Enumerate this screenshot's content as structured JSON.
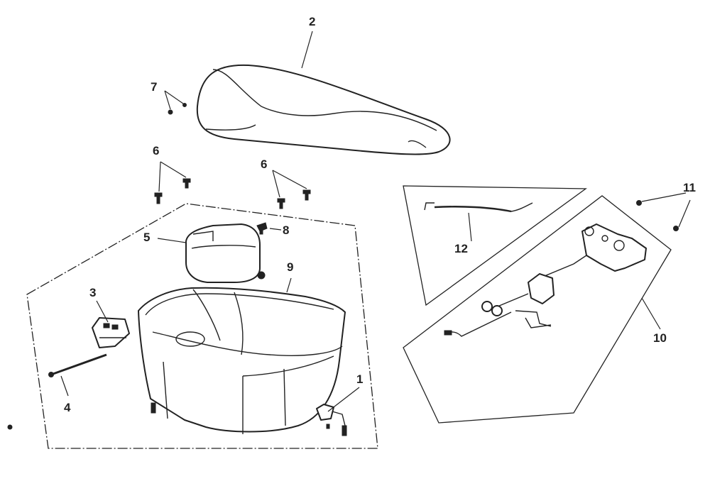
{
  "diagram": {
    "callouts": {
      "c1": "1",
      "c2": "2",
      "c3": "3",
      "c4": "4",
      "c5": "5",
      "c6a": "6",
      "c6b": "6",
      "c7": "7",
      "c8": "8",
      "c9": "9",
      "c10": "10",
      "c11": "11",
      "c12": "12"
    }
  }
}
